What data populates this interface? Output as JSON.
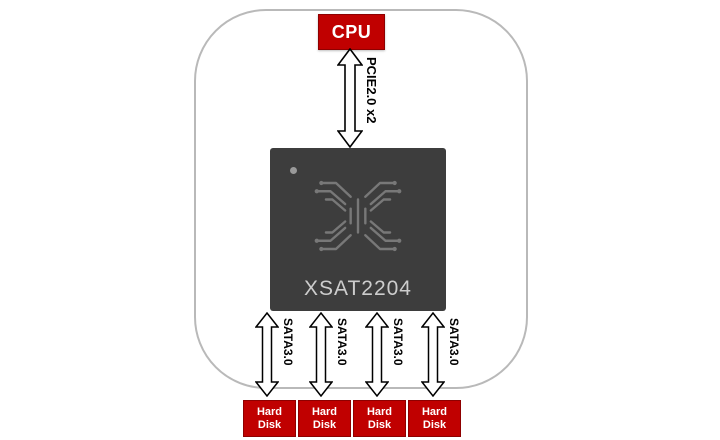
{
  "colors": {
    "accent_red": "#c00000",
    "chip_background": "#3d3d3d",
    "chip_text": "#cdcdcd",
    "board_outline": "#b9b9b9"
  },
  "cpu": {
    "label": "CPU"
  },
  "pcie_link": {
    "label": "PCIE2.0 x2"
  },
  "chip": {
    "label": "XSAT2204"
  },
  "sata_links": [
    {
      "label": "SATA3.0"
    },
    {
      "label": "SATA3.0"
    },
    {
      "label": "SATA3.0"
    },
    {
      "label": "SATA3.0"
    }
  ],
  "disks": [
    {
      "line1": "Hard",
      "line2": "Disk"
    },
    {
      "line1": "Hard",
      "line2": "Disk"
    },
    {
      "line1": "Hard",
      "line2": "Disk"
    },
    {
      "line1": "Hard",
      "line2": "Disk"
    }
  ]
}
